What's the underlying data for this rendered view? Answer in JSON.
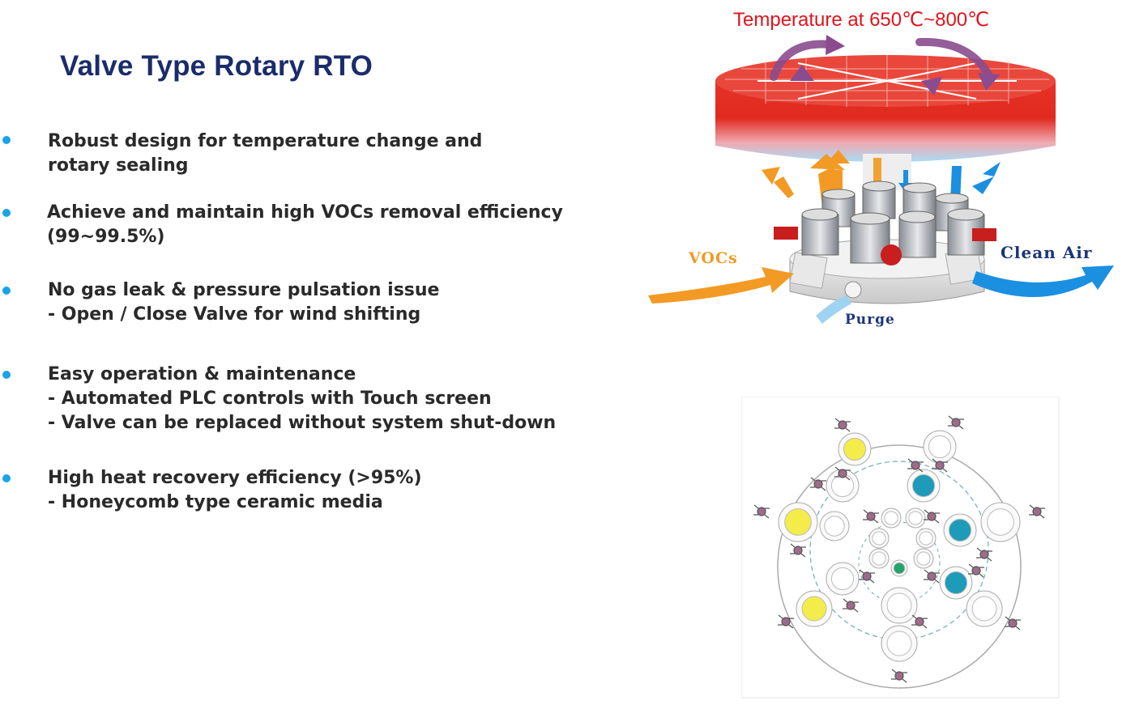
{
  "title": "Valve Type Rotary RTO",
  "bullets": [
    {
      "lines": [
        "Robust design for temperature change and",
        "rotary sealing"
      ]
    },
    {
      "lines": [
        "Achieve and maintain high VOCs removal efficiency",
        "(99~99.5%)"
      ]
    },
    {
      "lines": [
        "No gas leak & pressure pulsation issue",
        "- Open / Close Valve for wind shifting"
      ]
    },
    {
      "lines": [
        "Easy operation & maintenance",
        "- Automated PLC controls with Touch screen",
        "- Valve can be replaced without system shut-down"
      ]
    },
    {
      "lines": [
        "High heat recovery efficiency (>95%)",
        "- Honeycomb type ceramic media"
      ]
    }
  ],
  "diagram": {
    "temperature_label": "Temperature at 650℃~800℃",
    "voc_label": "VOCs",
    "clean_air_label": "Clean Air",
    "purge_label": "Purge"
  },
  "colors": {
    "title": "#1a2c6b",
    "bullet_dot": "#1aa3e8",
    "temperature_text": "#e0141c",
    "voc_arrow": "#f29a24",
    "clean_arrow": "#1b8fe0",
    "heat_plate": "#e02a1f"
  }
}
